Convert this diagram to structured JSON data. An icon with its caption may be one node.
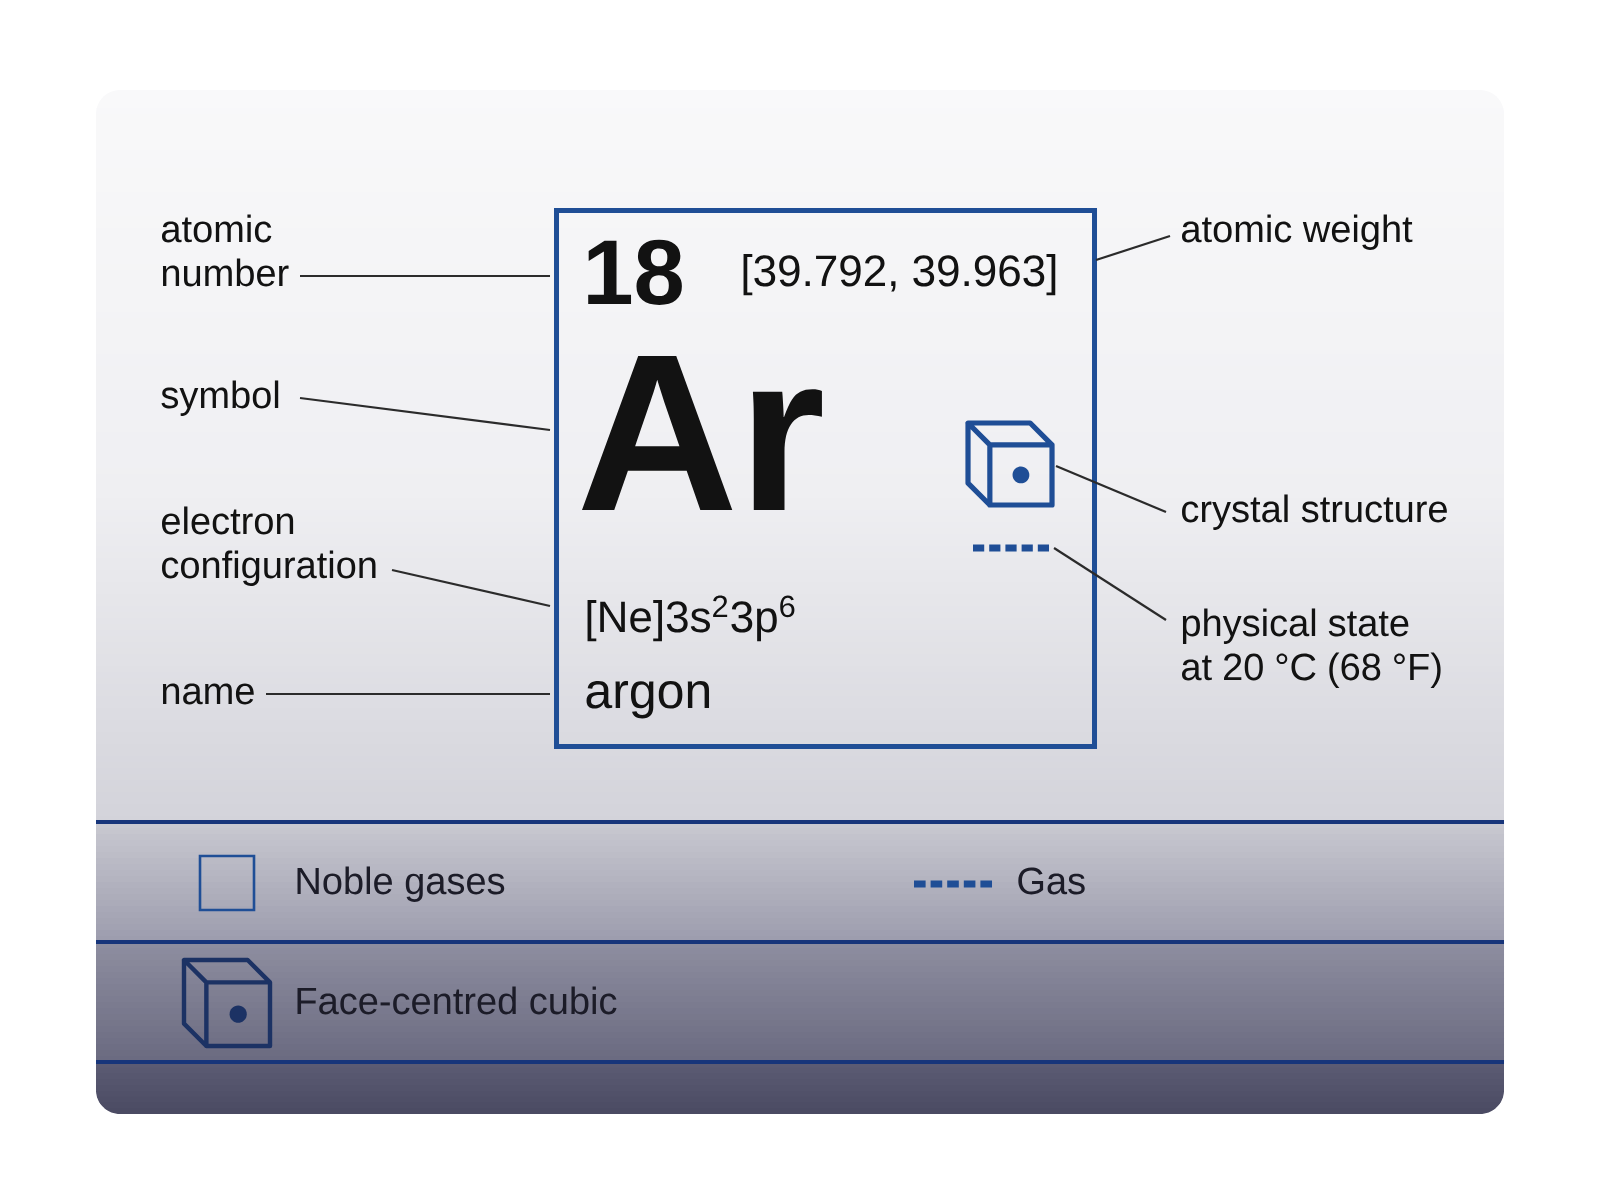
{
  "diagram": {
    "nodes": [
      {
        "text": [],
        "shape": "box"
      },
      {
        "text": [
          "18"
        ],
        "in": 0
      },
      {
        "text": [
          "[39.792, 39.963]"
        ],
        "in": 0
      },
      {
        "text": [
          "Ar"
        ],
        "in": 0
      },
      {
        "text": [],
        "shape": "cube",
        "in": 0
      },
      {
        "text": [],
        "shape": "line",
        "in": 0
      },
      {
        "text": [
          "[Ne]3s$^{2}$3p$^{6}$"
        ],
        "in": 0
      },
      {
        "text": [
          "argon"
        ],
        "in": 0
      },
      {
        "text": [
          "atomic number"
        ]
      },
      {
        "text": [
          "symbol"
        ]
      },
      {
        "text": [
          "electron configuration"
        ]
      },
      {
        "text": [
          "name"
        ]
      },
      {
        "text": [
          "atomic weight"
        ]
      },
      {
        "text": [
          "crystal structure"
        ]
      },
      {
        "text": [
          "physical state at 20 °C (68 °F)"
        ]
      }
    ],
    "edges": [
      {
        "from": 8,
        "to": 1,
        "arrow": "none"
      },
      {
        "from": 9,
        "to": 3,
        "arrow": "none"
      },
      {
        "from": 10,
        "to": 6,
        "arrow": "none"
      },
      {
        "from": 11,
        "to": 7,
        "arrow": "none"
      },
      {
        "from": 12,
        "to": 2,
        "arrow": "none"
      },
      {
        "from": 13,
        "to": 4,
        "arrow": "none"
      },
      {
        "from": 14,
        "to": 5,
        "arrow": "none"
      }
    ],
    "legend": [
      {
        "text": "Noble gases"
      },
      {
        "text": "Gas"
      },
      {
        "text": "Face-centred cubic"
      }
    ]
  }
}
